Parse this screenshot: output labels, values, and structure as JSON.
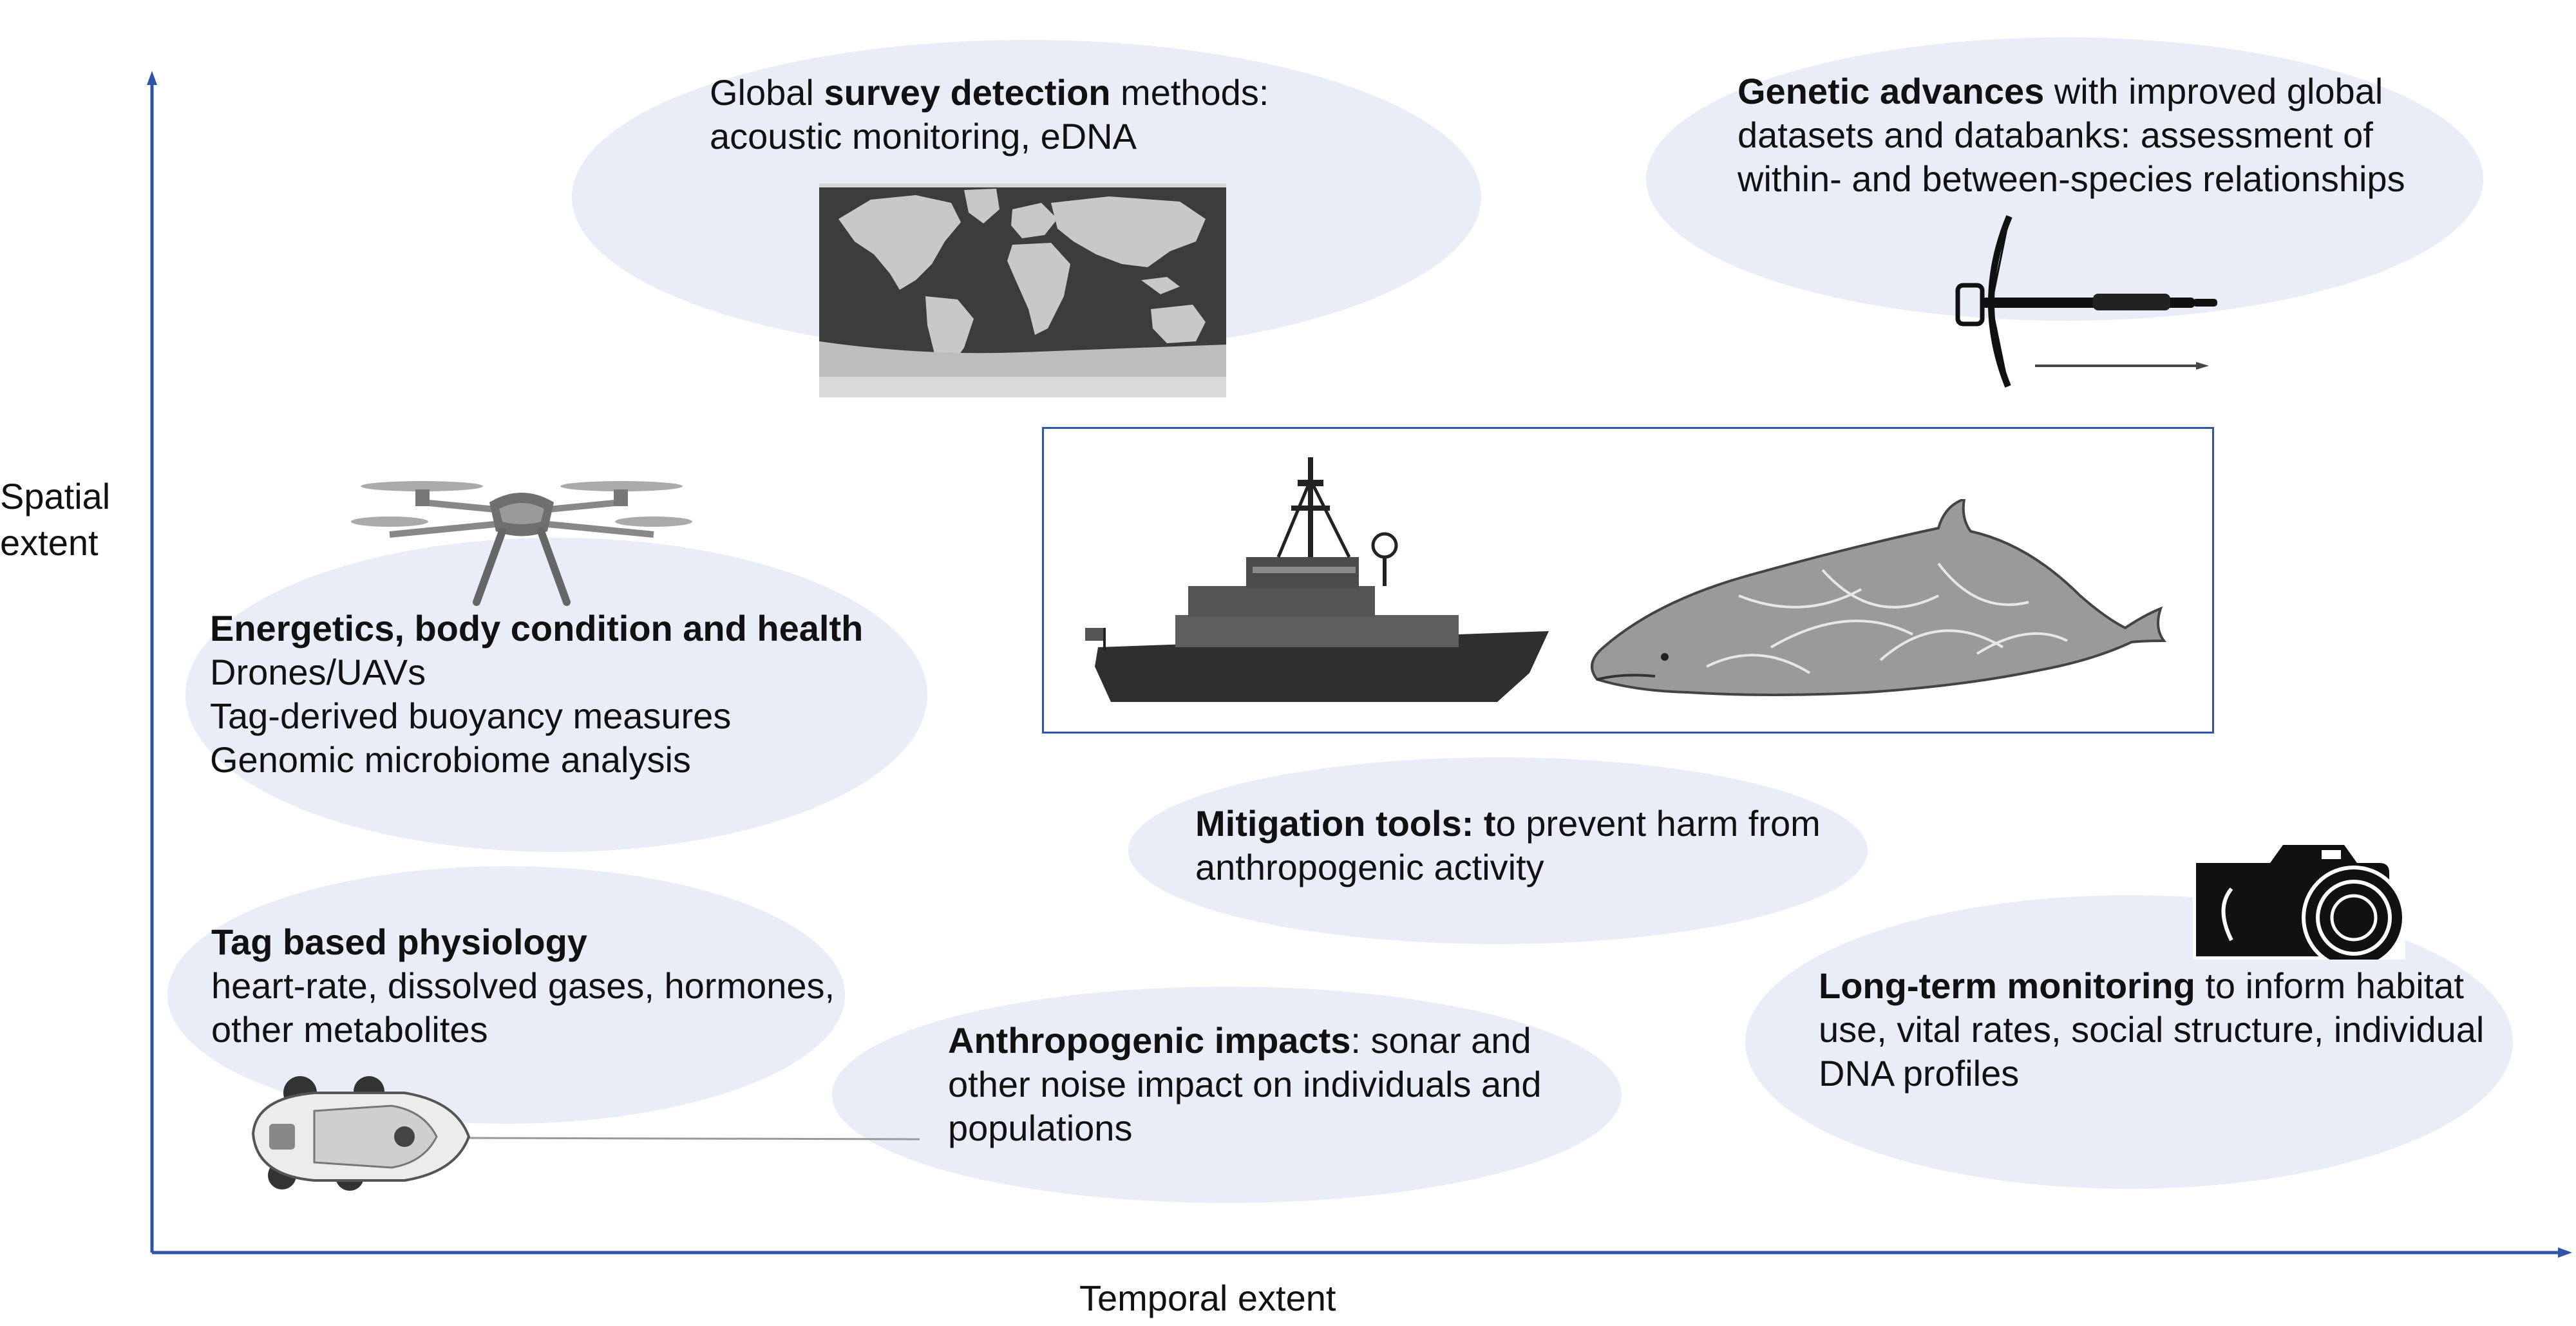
{
  "axes": {
    "y_label_line1": "Spatial",
    "y_label_line2": "extent",
    "x_label": "Temporal extent",
    "axis_color": "#2f56a6"
  },
  "colors": {
    "ellipse_fill": "#e9edf7",
    "frame_border": "#2f56a6",
    "map_ocean": "#3c3c3c",
    "map_land": "#c8c8c8"
  },
  "boxes": {
    "survey": {
      "pre": "Global ",
      "bold": "survey detection",
      "post": " methods:",
      "line2": "acoustic monitoring, eDNA"
    },
    "genetic": {
      "bold": "Genetic advances",
      "post": " with improved global",
      "line2": "datasets and databanks: assessment of",
      "line3": "within- and between-species relationships"
    },
    "energetics": {
      "bold": "Energetics, body condition and health",
      "line2": "Drones/UAVs",
      "line3": "Tag-derived buoyancy measures",
      "line4": "Genomic microbiome analysis"
    },
    "mitigation": {
      "bold": "Mitigation tools: t",
      "post": "o prevent harm from",
      "line2": "anthropogenic activity"
    },
    "tag": {
      "bold": "Tag based physiology",
      "line2": "heart-rate, dissolved gases, hormones,",
      "line3": "other metabolites"
    },
    "anthro": {
      "bold": "Anthropogenic impacts",
      "post": ": sonar and",
      "line2": "other noise impact on individuals and",
      "line3": "populations"
    },
    "longterm": {
      "bold": "Long-term monitoring",
      "post": " to inform habitat",
      "line2": "use, vital rates, social structure, individual",
      "line3": "DNA profiles"
    }
  },
  "icons": [
    "world-map-icon",
    "crossbow-icon",
    "drone-icon",
    "ship-icon",
    "whale-icon",
    "camera-icon",
    "tag-device-icon"
  ]
}
